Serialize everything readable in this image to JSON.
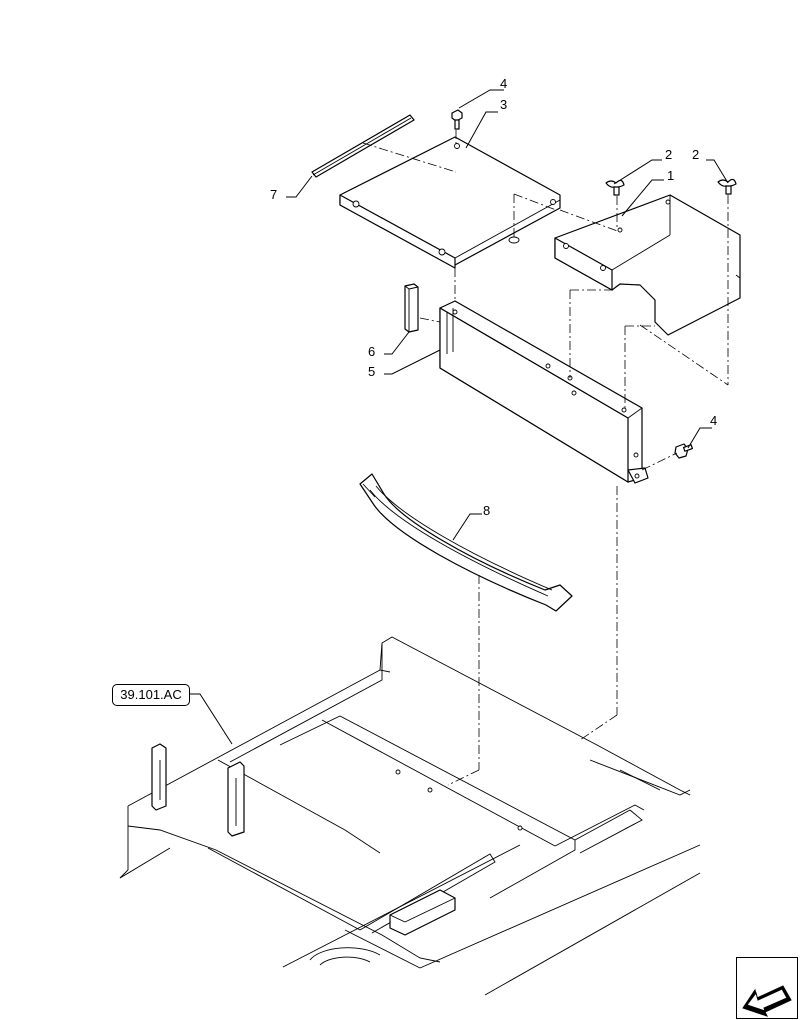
{
  "diagram": {
    "type": "exploded parts view",
    "callouts": {
      "c1": "1",
      "c2a": "2",
      "c2b": "2",
      "c3": "3",
      "c4a": "4",
      "c4b": "4",
      "c5": "5",
      "c6": "6",
      "c7": "7",
      "c8": "8"
    },
    "reference_label": "39.101.AC",
    "nav_icon": "arrow-return-icon"
  }
}
